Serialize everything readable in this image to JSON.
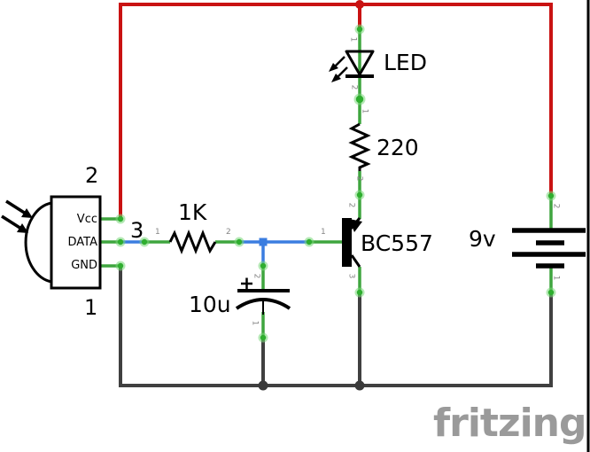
{
  "labels": {
    "sensor_num_top": "2",
    "sensor_num_mid": "3",
    "sensor_num_bot": "1",
    "sensor_vcc": "Vcc",
    "sensor_data": "DATA",
    "sensor_gnd": "GND",
    "r1_value": "1K",
    "r2_value": "220",
    "cap_value": "10u",
    "cap_polarity": "+",
    "transistor_value": "BC557",
    "led_value": "LED",
    "battery_value": "9v",
    "watermark": "fritzing"
  },
  "pin_numbers": {
    "r1_1": "1",
    "r1_2": "2",
    "base": "1",
    "emitter": "2",
    "collector": "3",
    "led_1": "1",
    "led_2": "2",
    "r2_1": "1",
    "r2_2": "2",
    "cap_1": "1",
    "cap_2": "2",
    "batt_1": "1",
    "batt_2": "2"
  },
  "colors": {
    "wire_red": "#c91212",
    "wire_blue": "#3b7de0",
    "wire_ground": "#404040",
    "lead_green": "#3fa53f",
    "endpoint_green": "#2fae2f",
    "pin_number_gray": "#868686",
    "watermark_gray": "#9a9a9a",
    "symbol_black": "#000000"
  }
}
